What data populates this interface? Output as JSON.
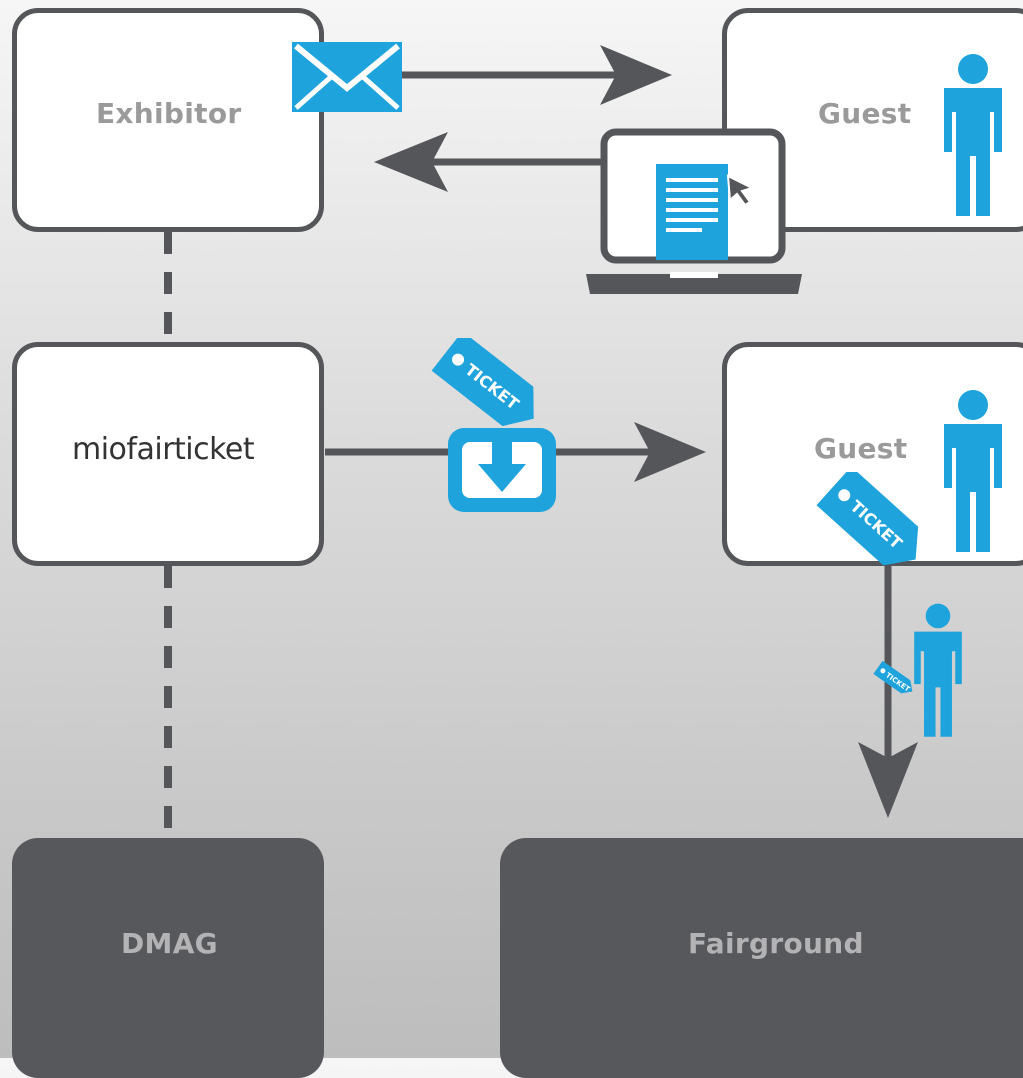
{
  "nodes": {
    "exhibitor": "Exhibitor",
    "guest_top": "Guest",
    "brand": {
      "part1": "mio",
      "part2": "fairticket"
    },
    "guest_mid": "Guest",
    "dmag": "DMAG",
    "fairground": "Fairground"
  },
  "tickets": {
    "main": "TICKET",
    "guest": "TICKET",
    "small": "TICKET"
  },
  "colors": {
    "accent": "#1fa3dc",
    "dark": "#55565a",
    "box_fill": "#ffffff",
    "label": "#9a9a9a"
  },
  "icons": [
    "envelope-icon",
    "laptop-icon",
    "person-icon",
    "ticket-icon",
    "download-icon"
  ]
}
